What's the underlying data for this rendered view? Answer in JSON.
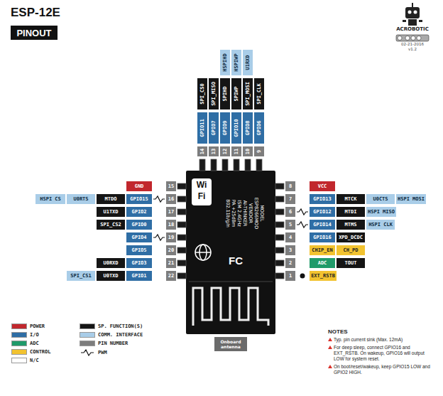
{
  "diagram": {
    "title": "ESP-12E",
    "nodes": [
      {
        "text": [
          "PINOUT"
        ]
      },
      {
        "text": [
          "MODEL",
          "ESP8266MOD",
          "VENDOR",
          "AI-THINKER",
          "ISM 2.4GHz",
          "PA +25dBm",
          "802.11b/g/n"
        ]
      },
      {
        "text": [
          "SPI_CS0"
        ]
      },
      {
        "text": [
          "GPIO11"
        ]
      },
      {
        "text": [
          "14"
        ]
      },
      {
        "text": [
          "SPI_MISO"
        ]
      },
      {
        "text": [
          "GPIO7"
        ]
      },
      {
        "text": [
          "13"
        ]
      },
      {
        "text": [
          "HSPIHD"
        ]
      },
      {
        "text": [
          "SPIHD"
        ]
      },
      {
        "text": [
          "GPIO9"
        ]
      },
      {
        "text": [
          "12"
        ]
      },
      {
        "text": [
          "HSPIWP"
        ]
      },
      {
        "text": [
          "SPIWP"
        ]
      },
      {
        "text": [
          "GPIO10"
        ]
      },
      {
        "text": [
          "11"
        ]
      },
      {
        "text": [
          "U1RXD"
        ]
      },
      {
        "text": [
          "SPI_MOSI"
        ]
      },
      {
        "text": [
          "GPIO8"
        ]
      },
      {
        "text": [
          "10"
        ]
      },
      {
        "text": [
          "SPI_CLK"
        ]
      },
      {
        "text": [
          "GPIO6"
        ]
      },
      {
        "text": [
          "9"
        ]
      },
      {
        "text": [
          "15"
        ]
      },
      {
        "text": [
          "GND"
        ]
      },
      {
        "text": [
          "16"
        ]
      },
      {
        "text": [
          "GPIO15"
        ]
      },
      {
        "text": [
          "MTDO"
        ]
      },
      {
        "text": [
          "U0RTS"
        ]
      },
      {
        "text": [
          "HSPI CS"
        ]
      },
      {
        "text": [
          "17"
        ]
      },
      {
        "text": [
          "GPIO2"
        ]
      },
      {
        "text": [
          "U1TXD"
        ]
      },
      {
        "text": [
          "18"
        ]
      },
      {
        "text": [
          "GPIO0"
        ]
      },
      {
        "text": [
          "SPI_CS2"
        ]
      },
      {
        "text": [
          "19"
        ]
      },
      {
        "text": [
          "GPIO4"
        ]
      },
      {
        "text": [
          "20"
        ]
      },
      {
        "text": [
          "GPIO5"
        ]
      },
      {
        "text": [
          "21"
        ]
      },
      {
        "text": [
          "GPIO3"
        ]
      },
      {
        "text": [
          "U0RXD"
        ]
      },
      {
        "text": [
          "22"
        ]
      },
      {
        "text": [
          "GPIO1"
        ]
      },
      {
        "text": [
          "U0TXD"
        ]
      },
      {
        "text": [
          "SPI_CS1"
        ]
      },
      {
        "text": [
          "8"
        ]
      },
      {
        "text": [
          "VCC"
        ]
      },
      {
        "text": [
          "7"
        ]
      },
      {
        "text": [
          "GPIO13"
        ]
      },
      {
        "text": [
          "MTCK"
        ]
      },
      {
        "text": [
          "U0CTS"
        ]
      },
      {
        "text": [
          "HSPI MOSI"
        ]
      },
      {
        "text": [
          "6"
        ]
      },
      {
        "text": [
          "GPIO12"
        ]
      },
      {
        "text": [
          "MTDI"
        ]
      },
      {
        "text": [
          "HSPI MISO"
        ]
      },
      {
        "text": [
          "5"
        ]
      },
      {
        "text": [
          "GPIO14"
        ]
      },
      {
        "text": [
          "MTMS"
        ]
      },
      {
        "text": [
          "HSPI CLK"
        ]
      },
      {
        "text": [
          "4"
        ]
      },
      {
        "text": [
          "GPIO16"
        ]
      },
      {
        "text": [
          "XPD_DCDC"
        ]
      },
      {
        "text": [
          "3"
        ]
      },
      {
        "text": [
          "CHIP_EN"
        ]
      },
      {
        "text": [
          "CH_PD"
        ]
      },
      {
        "text": [
          "2"
        ]
      },
      {
        "text": [
          "ADC"
        ]
      },
      {
        "text": [
          "TOUT"
        ]
      },
      {
        "text": [
          "1"
        ]
      },
      {
        "text": [
          "EXT_RSTB"
        ]
      },
      {
        "text": [
          "Onboard antenna"
        ]
      }
    ],
    "labels": [
      "Wi",
      "Fi",
      "FC",
      "ACROBOTIC",
      "02-21-2016",
      "v1.2",
      "NOTES",
      "Typ. pin current sink (Max. 12mA)",
      "For deep sleep, connect GPIO16 and EXT_RSTB. On wakeup, GPIO16 will output LOW for system reset.",
      "On boot/reset/wakeup, keep GPIO15 LOW and GPIO2 HIGH."
    ],
    "legend": [
      {
        "text": "POWER",
        "color": "#c1272d"
      },
      {
        "text": "I/O",
        "color": "#2f6ea5"
      },
      {
        "text": "ADC",
        "color": "#1f9a6a"
      },
      {
        "text": "CONTROL",
        "color": "#f2c330"
      },
      {
        "text": "N/C",
        "color": "#ffffff"
      },
      {
        "text": "SP. FUNCTION(S)",
        "color": "#151515"
      },
      {
        "text": "COMM. INTERFACE",
        "color": "#a9cde8"
      },
      {
        "text": "PIN NUMBER",
        "color": "#7d7d7d"
      },
      {
        "text": "PWM"
      }
    ]
  }
}
